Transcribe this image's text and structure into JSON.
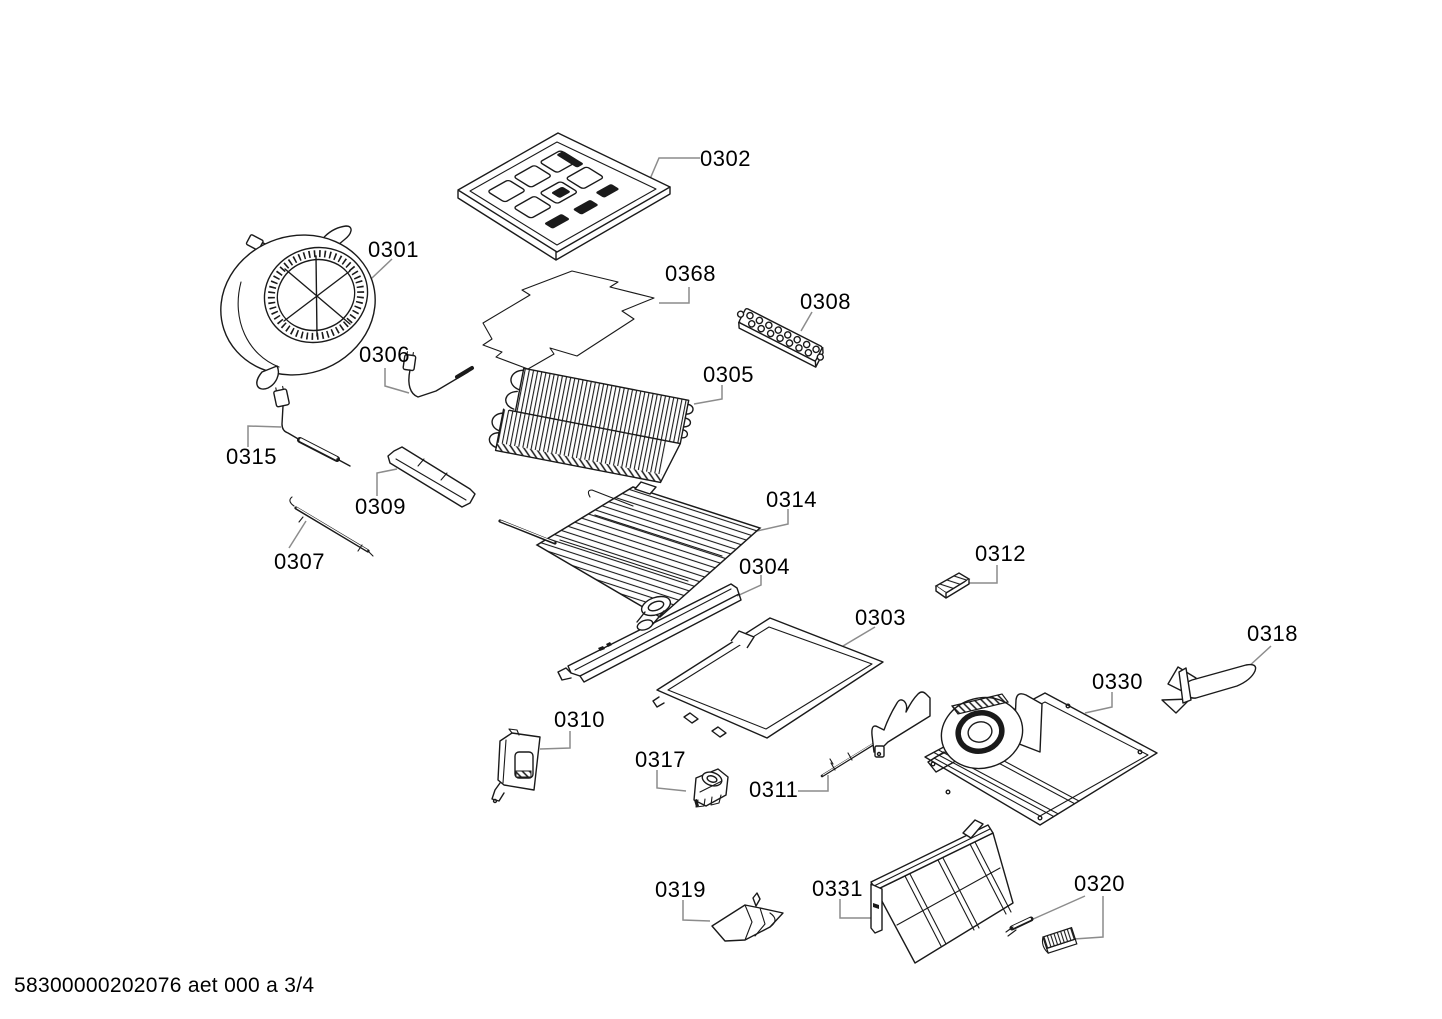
{
  "diagram": {
    "background": "#ffffff",
    "line_color": "#1a1a1a",
    "leader_color": "#8c8c8c",
    "footer": "58300000202076 aet 000 a 3/4",
    "parts": [
      {
        "id": "0301",
        "label": "0301"
      },
      {
        "id": "0302",
        "label": "0302"
      },
      {
        "id": "0368",
        "label": "0368"
      },
      {
        "id": "0306",
        "label": "0306"
      },
      {
        "id": "0315",
        "label": "0315"
      },
      {
        "id": "0309",
        "label": "0309"
      },
      {
        "id": "0307",
        "label": "0307"
      },
      {
        "id": "0305",
        "label": "0305"
      },
      {
        "id": "0308",
        "label": "0308"
      },
      {
        "id": "0314",
        "label": "0314"
      },
      {
        "id": "0304",
        "label": "0304"
      },
      {
        "id": "0303",
        "label": "0303"
      },
      {
        "id": "0312",
        "label": "0312"
      },
      {
        "id": "0318",
        "label": "0318"
      },
      {
        "id": "0330",
        "label": "0330"
      },
      {
        "id": "0310",
        "label": "0310"
      },
      {
        "id": "0317",
        "label": "0317"
      },
      {
        "id": "0311",
        "label": "0311"
      },
      {
        "id": "0319",
        "label": "0319"
      },
      {
        "id": "0331",
        "label": "0331"
      },
      {
        "id": "0320",
        "label": "0320"
      }
    ]
  }
}
